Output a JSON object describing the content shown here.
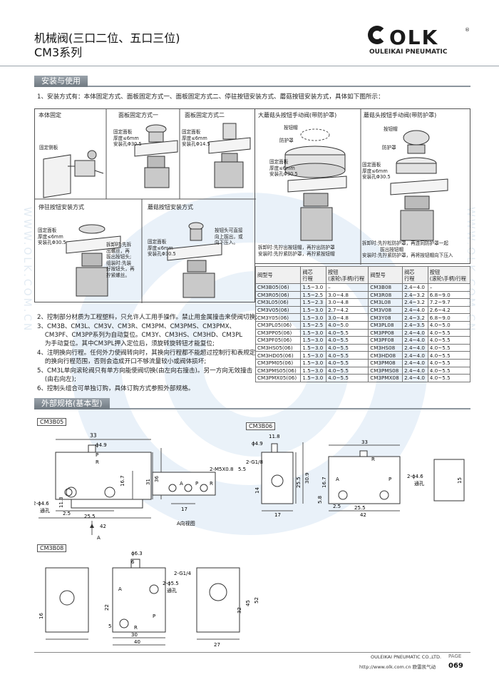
{
  "header": {
    "title": "机械阀(三口二位、五口三位)",
    "series": "CM3系列",
    "brand": "OLK",
    "brand_sub": "OULEIKAI PNEUMATIC"
  },
  "section_install": {
    "title": "安装与使用",
    "intro": "1、安装方式有：本体固定方式、面板固定方式一、面板固定方式二、停驻按钮安装方式、蘑菇按钮安装方式，具体如下图所示："
  },
  "install_cells": {
    "body_fix": "本体固定",
    "panel_one": "面板固定方式一",
    "panel_two": "面板固定方式二",
    "big_mushroom": "大蘑菇头按钮手动阀(带防护罩)",
    "mushroom_guard": "蘑菇头按钮手动阀(带防护罩)",
    "stop_button": "停驻按钮安装方式",
    "mushroom_button": "蘑菇按钮安装方式",
    "fix_side_plate": "固定侧板",
    "fix_panel_1": "固定面板\n厚度≤6mm\n安装孔Φ30.5",
    "fix_panel_2": "固定面板\n厚度≤6mm\n安装孔Φ14.5",
    "button_cap": "按钮帽",
    "guard": "防护罩",
    "fix_panel_3": "固定面板\n厚度≤6mm\n安装孔Φ30.5",
    "fix_panel_4": "固定面板\n厚度≤6mm\n安装孔Φ30.5",
    "fix_panel_5": "固定面板\n厚度≤6mm\n安装孔Φ30.5",
    "stop_note": "拆卸时:先拆\n出螺丝，再\n拔出按钮头;\n组装时:先装\n好按钮头，再\n拧紧螺丝。",
    "mushroom_note": "按钮头可直接\n向上拔出，或\n向下压入。",
    "big_note": "拆卸时:先拧出按钮帽，再拧出防护罩\n安装时:先拧紧防护罩，再拧紧按钮帽",
    "guard_note": "拆卸时:先拧松防护罩，再连同防护罩一起\n            拔出按钮帽\n安装时:先拧紧防护罩，再将按钮帽向下压入"
  },
  "spec_table": {
    "headers": [
      "阀型号",
      "阀芯\n行程",
      "按钮\n(滚轮\\手柄)行程",
      "阀型号",
      "阀芯\n行程",
      "按钮\n(滚轮\\手柄)行程"
    ],
    "rows": [
      [
        "CM3B05(06)",
        "1.5~3.0",
        "–",
        "CM3B08",
        "2.4~4.0",
        "–"
      ],
      [
        "CM3R05(06)",
        "1.5~2.5",
        "3.0~4.8",
        "CM3R08",
        "2.4~3.2",
        "6.8~9.0"
      ],
      [
        "CM3L05(06)",
        "1.5~2.3",
        "3.0~4.8",
        "CM3L08",
        "2.4~3.2",
        "7.2~9.7"
      ],
      [
        "CM3V05(06)",
        "1.5~3.0",
        "2.7~4.2",
        "CM3V08",
        "2.4~4.0",
        "2.6~4.2"
      ],
      [
        "CM3Y05(06)",
        "1.5~3.0",
        "3.0~4.8",
        "CM3Y08",
        "2.4~3.2",
        "6.8~9.0"
      ],
      [
        "CM3PL05(06)",
        "1.5~2.5",
        "4.0~5.0",
        "CM3PL08",
        "2.4~3.5",
        "4.0~5.0"
      ],
      [
        "CM3PP05(06)",
        "1.5~3.0",
        "4.0~5.5",
        "CM3PP08",
        "2.4~4.0",
        "4.0~5.5"
      ],
      [
        "CM3PF05(06)",
        "1.5~3.0",
        "4.0~5.5",
        "CM3PF08",
        "2.4~4.0",
        "4.0~5.5"
      ],
      [
        "CM3HS05(06)",
        "1.5~3.0",
        "4.0~5.5",
        "CM3HS08",
        "2.4~4.0",
        "4.0~5.5"
      ],
      [
        "CM3HD05(06)",
        "1.5~3.0",
        "4.0~5.5",
        "CM3HD08",
        "2.4~4.0",
        "4.0~5.5"
      ],
      [
        "CM3PM05(06)",
        "1.5~3.0",
        "4.0~5.5",
        "CM3PM08",
        "2.4~4.0",
        "4.0~5.5"
      ],
      [
        "CM3PMS05(06)",
        "1.5~3.0",
        "4.0~5.5",
        "CM3PMS08",
        "2.4~4.0",
        "4.0~5.5"
      ],
      [
        "CM3PMX05(06)",
        "1.5~3.0",
        "4.0~5.5",
        "CM3PMX08",
        "2.4~4.0",
        "4.0~5.5"
      ]
    ]
  },
  "notes": {
    "n2": "2、控制部分材质为工程塑料，只允许人工用手操作。禁止用金属撞击来使阀切换;",
    "n3a": "3、CM3B、CM3L、CM3V、CM3R、CM3PM、CM3PMS、CM3PMX、",
    "n3b": "    CM3PF、CM3PP系列为自动复位。CM3Y、CM3HS、CM3HD、CM3PL",
    "n3c": "    为手动复位。其中CM3PL押入定位后，须旋转旋转钮才能复位;",
    "n4a": "4、注明换向行程。任何外力使阀转向时，其换向行程都不能超过控制行和表规定",
    "n4b": "    的换向行程范围，否则会造成开口不够流量较小或阀体损坏;",
    "n5a": "5、CM3L单向滚轮阀只有单方向能使阀切换(由左向右撞击)。另一方向无效撞击",
    "n5b": "    (由右向左);",
    "n6": "6、控制头组合可单独订购，具体订购方式参照外部规格。"
  },
  "section_dims": {
    "title": "外部规格(基本型)"
  },
  "dims_b05": {
    "model": "CM3B05",
    "d33": "33",
    "phi49": "ϕ4.9",
    "p": "P",
    "r": "R",
    "d167": "16.7",
    "d31": "31",
    "d36": "36",
    "d113": "11.3",
    "d25": "2.5",
    "hole": "2-ϕ4.6",
    "through": "通孔",
    "d255": "25.5",
    "d42": "42",
    "a": "A",
    "m5": "2-M5X0.8",
    "d55": "5.5",
    "a_label": "A",
    "p_label": "P",
    "r_label": "R",
    "d17": "17",
    "a_view": "A向视图"
  },
  "dims_b06": {
    "model": "CM3B06",
    "d118": "11.8",
    "phi49": "ϕ4.9",
    "g18": "2-G1/8",
    "d14": "14",
    "d255v": "25.5",
    "d309": "30.9",
    "d17": "17",
    "d33": "33",
    "r": "R",
    "d167": "16.7",
    "a": "A",
    "p": "P",
    "d58": "5.8",
    "d25": "2.5",
    "d255": "25.5",
    "d42": "42",
    "hole": "2-ϕ4.6",
    "through": "通孔",
    "d15": "15"
  },
  "dims_b08": {
    "model": "CM3B08",
    "phi63": "ϕ6.3",
    "d6": "6",
    "g14": "2-G1/4",
    "hole": "2-ϕ5.5",
    "through": "通孔",
    "a": "A",
    "p": "P",
    "r": "R",
    "d16": "16",
    "d5": "5",
    "d22": "22",
    "d30": "30",
    "d40": "40",
    "d32": "32",
    "d45": "45",
    "d52": "52",
    "d27": "27"
  },
  "footer": {
    "company": "OULEIKAI PNEUMATIC CO.,LTD.",
    "page_label": "PAGE",
    "page": "069",
    "web": "http://www.olk.com.cn  欧雷凯气动"
  },
  "watermark": "WWW.OLK.COM.CN"
}
